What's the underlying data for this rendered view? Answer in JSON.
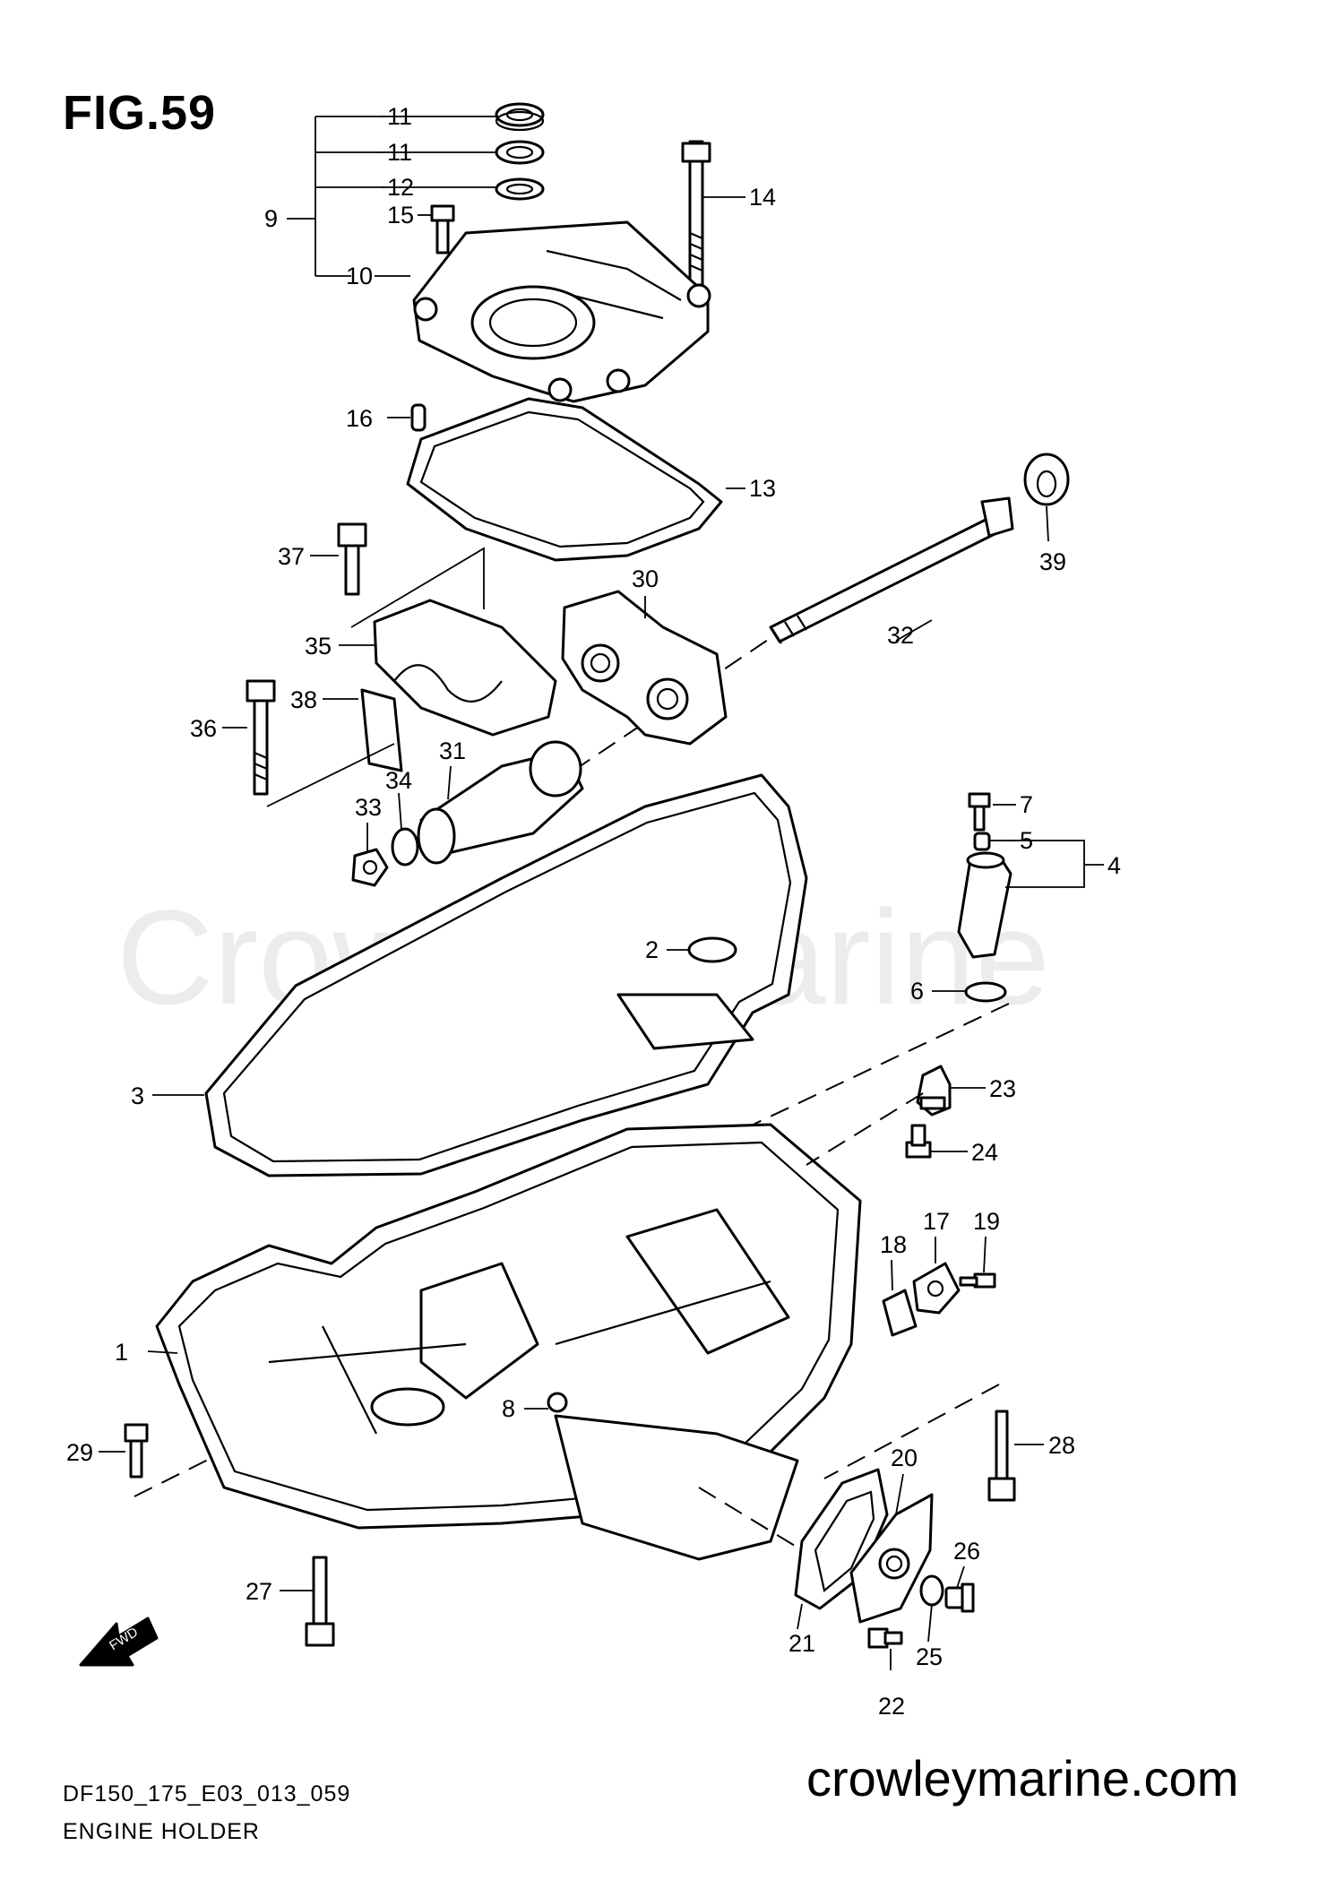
{
  "figure": {
    "title": "FIG.59",
    "code": "DF150_175_E03_013_059",
    "name": "ENGINE HOLDER"
  },
  "watermark": "Crowley Marine",
  "website": "crowleymarine.com",
  "fwd_label": "FWD",
  "callouts": {
    "c1": "1",
    "c2": "2",
    "c3": "3",
    "c4": "4",
    "c5": "5",
    "c6": "6",
    "c7": "7",
    "c8": "8",
    "c9": "9",
    "c10": "10",
    "c11a": "11",
    "c11b": "11",
    "c12": "12",
    "c13": "13",
    "c14": "14",
    "c15": "15",
    "c16": "16",
    "c17": "17",
    "c18": "18",
    "c19": "19",
    "c20": "20",
    "c21": "21",
    "c22": "22",
    "c23": "23",
    "c24": "24",
    "c25": "25",
    "c26": "26",
    "c27": "27",
    "c28": "28",
    "c29": "29",
    "c30": "30",
    "c31": "31",
    "c32": "32",
    "c33": "33",
    "c34": "34",
    "c35": "35",
    "c36": "36",
    "c37": "37",
    "c38": "38",
    "c39": "39"
  }
}
